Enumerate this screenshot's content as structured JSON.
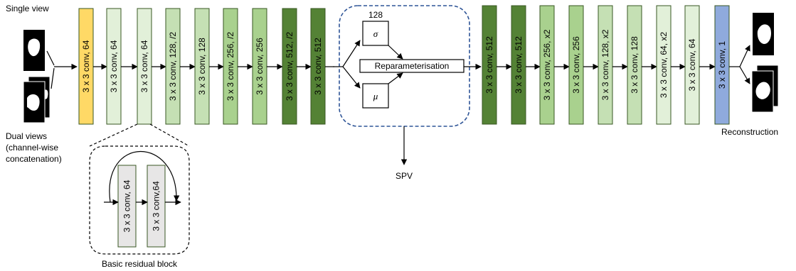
{
  "labels": {
    "single_view": "Single view",
    "dual_views": [
      "Dual views",
      "(channel-wise",
      "concatenation)"
    ],
    "reconstruction": "Reconstruction",
    "spv": "SPV",
    "basic_residual_block": "Basic residual block",
    "latent_dim": "128",
    "sigma": "σ",
    "mu": "μ",
    "reparam": "Reparameterisation"
  },
  "encoder_blocks": [
    {
      "label": "3 x 3 conv, 64",
      "color": "#ffd966"
    },
    {
      "label": "3 x 3 conv, 64",
      "color": "#e2f0d9"
    },
    {
      "label": "3 x 3 conv, 64",
      "color": "#e2f0d9"
    },
    {
      "label": "3 x 3 conv, 128, /2",
      "color": "#c5e0b4"
    },
    {
      "label": "3 x 3 conv, 128",
      "color": "#c5e0b4"
    },
    {
      "label": "3 x 3 conv, 256, /2",
      "color": "#a9d18e"
    },
    {
      "label": "3 x 3 conv, 256",
      "color": "#a9d18e"
    },
    {
      "label": "3 x 3 conv, 512, /2",
      "color": "#548235"
    },
    {
      "label": "3 x 3 conv, 512",
      "color": "#548235"
    }
  ],
  "decoder_blocks": [
    {
      "label": "3 x 3 conv, 512",
      "color": "#548235"
    },
    {
      "label": "3 x 3 conv, 512",
      "color": "#548235"
    },
    {
      "label": "3 x 3 conv, 256, x2",
      "color": "#a9d18e"
    },
    {
      "label": "3 x 3 conv, 256",
      "color": "#a9d18e"
    },
    {
      "label": "3 x 3 conv, 128, x2",
      "color": "#c5e0b4"
    },
    {
      "label": "3 x 3 conv, 128",
      "color": "#c5e0b4"
    },
    {
      "label": "3 x 3 conv, 64, x2",
      "color": "#e2f0d9"
    },
    {
      "label": "3 x 3 conv, 64",
      "color": "#e2f0d9"
    },
    {
      "label": "3 x 3 conv, 1",
      "color": "#8faadc"
    }
  ],
  "residual_blocks": [
    {
      "label": "3 x 3 conv, 64",
      "color": "#e7e6e6"
    },
    {
      "label": "3 x 3 conv,64",
      "color": "#e7e6e6"
    }
  ],
  "colors": {
    "dashed_region": "#2f5597",
    "block_stroke": "#385723"
  }
}
